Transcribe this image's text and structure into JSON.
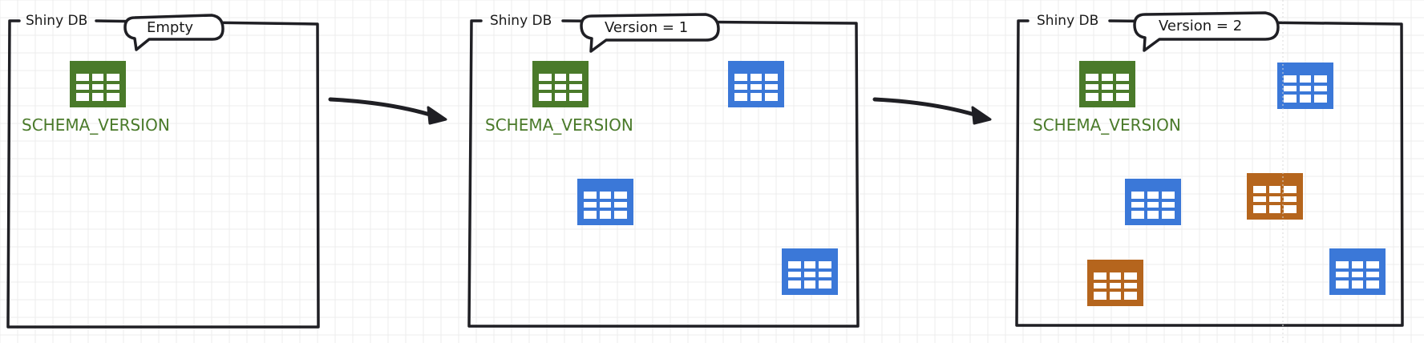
{
  "colors": {
    "border": "#1f1f24",
    "green": "#4a7a2a",
    "blue": "#3b78d8",
    "orange": "#b5651d",
    "grid": "#ececec"
  },
  "panels": [
    {
      "db_label": "Shiny DB",
      "bubble_text": "Empty",
      "schema_label": "SCHEMA_VERSION",
      "blue_tables": 0,
      "orange_tables": 0
    },
    {
      "db_label": "Shiny DB",
      "bubble_text": "Version = 1",
      "schema_label": "SCHEMA_VERSION",
      "blue_tables": 3,
      "orange_tables": 0
    },
    {
      "db_label": "Shiny DB",
      "bubble_text": "Version = 2",
      "schema_label": "SCHEMA_VERSION",
      "blue_tables": 3,
      "orange_tables": 2
    }
  ],
  "icons": {
    "table": "table-icon",
    "arrow": "arrow-right-icon",
    "bubble": "speech-bubble-icon"
  }
}
